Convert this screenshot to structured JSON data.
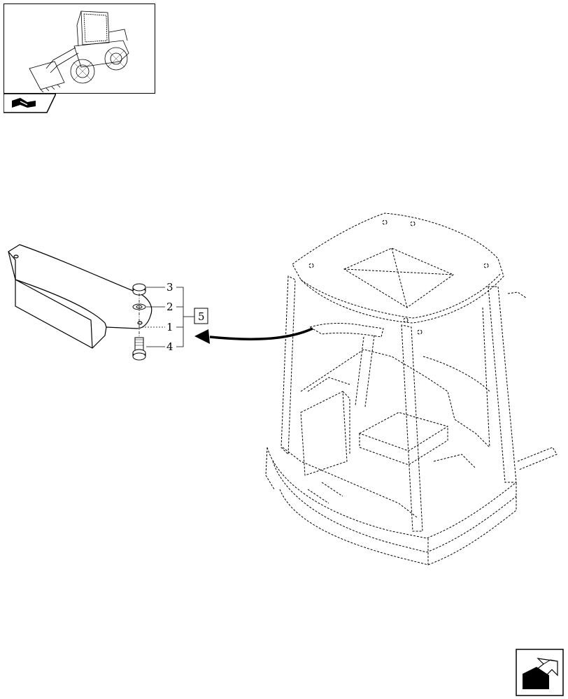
{
  "thumbnail": {
    "icon": "wheel-loader-thumbnail"
  },
  "nav_tab": {
    "icon": "book-icon"
  },
  "callouts": {
    "p1": "1",
    "p2": "2",
    "p3": "3",
    "p4": "4",
    "p5": "5"
  },
  "next_page": {
    "icon": "next-page-arrow-icon"
  }
}
